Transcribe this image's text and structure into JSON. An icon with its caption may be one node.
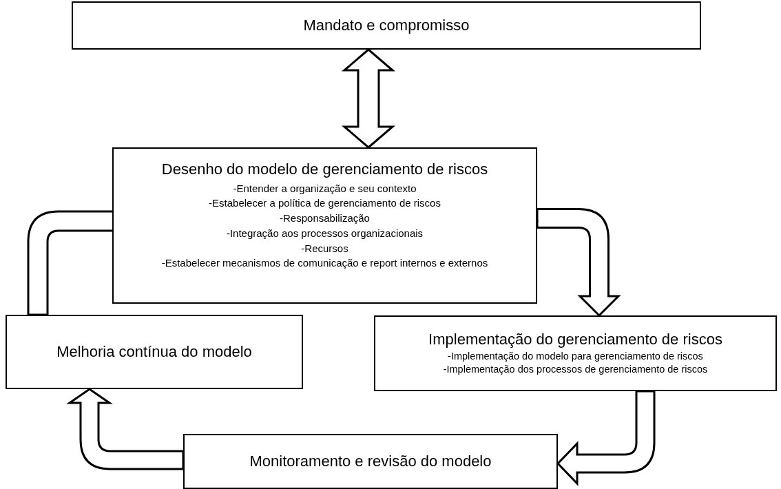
{
  "diagram": {
    "nodes": [
      {
        "text": [
          "Mandato e compromisso"
        ]
      },
      {
        "text": [
          "Desenho do modelo de gerenciamento de riscos",
          "-Entender a organização e seu contexto",
          "-Estabelecer a política de gerenciamento de riscos",
          "-Responsabilização",
          "-Integração aos processos organizacionais",
          "-Recursos",
          "-Estabelecer mecanismos de comunicação e report internos e externos"
        ]
      },
      {
        "text": [
          "Implementação do gerenciamento de riscos",
          "-Implementação do modelo para gerenciamento de riscos",
          "-Implementação dos processos de gerenciamento de riscos"
        ]
      },
      {
        "text": [
          "Monitoramento e revisão do modelo"
        ]
      },
      {
        "text": [
          "Melhoria contínua do modelo"
        ]
      }
    ],
    "edges": [
      {
        "from": 0,
        "to": 1,
        "arrow": "both"
      },
      {
        "from": 1,
        "to": 2,
        "arrow": "to"
      },
      {
        "from": 2,
        "to": 3,
        "arrow": "to"
      },
      {
        "from": 3,
        "to": 4,
        "arrow": "to"
      },
      {
        "from": 4,
        "to": 1,
        "arrow": "to"
      }
    ]
  }
}
